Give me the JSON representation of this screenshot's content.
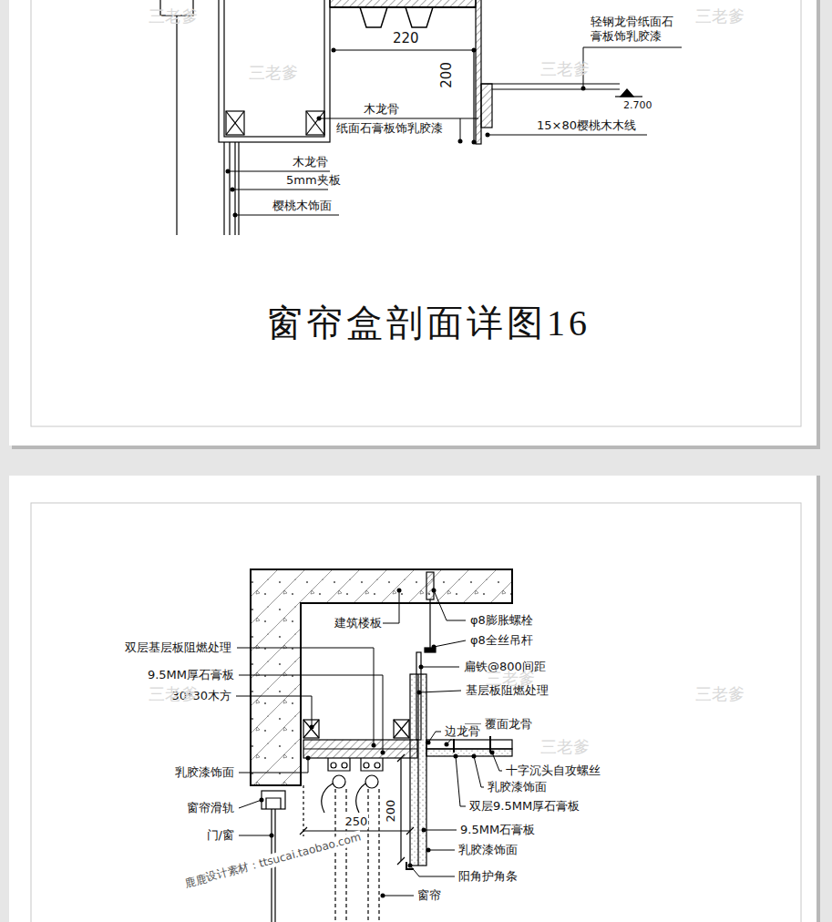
{
  "diagram": {
    "title": "窗帘盒剖面详图16",
    "labels": [
      "220",
      "200",
      "轻钢龙骨纸面石 膏板饰乳胶漆",
      "2.700",
      "木龙骨",
      "纸面石膏板饰乳胶漆",
      "15×80樱桃木木线",
      "木龙骨",
      "5mm夹板",
      "樱桃木饰面",
      "三老爹",
      "三老爹",
      "三老爹",
      "三老爹",
      "建筑楼板",
      "φ8膨胀螺栓",
      "φ8全丝吊杆",
      "扁铁@800间距",
      "双层基层板阻燃处理",
      "基层板阻燃处理",
      "9.5MM厚石膏板",
      "30*30木方",
      "边龙骨",
      "覆面龙骨",
      "乳胶漆饰面",
      "十字沉头自攻螺丝",
      "乳胶漆饰面",
      "窗帘滑轨",
      "200",
      "双层9.5MM厚石膏板",
      "门/窗",
      "250",
      "9.5MM石膏板",
      "乳胶漆饰面",
      "阳角护角条",
      "窗帘",
      "三老爹",
      "三老爹",
      "三老爹",
      "三老爹",
      "鹿鹿设计素材：ttsucai.taobao.com"
    ]
  }
}
